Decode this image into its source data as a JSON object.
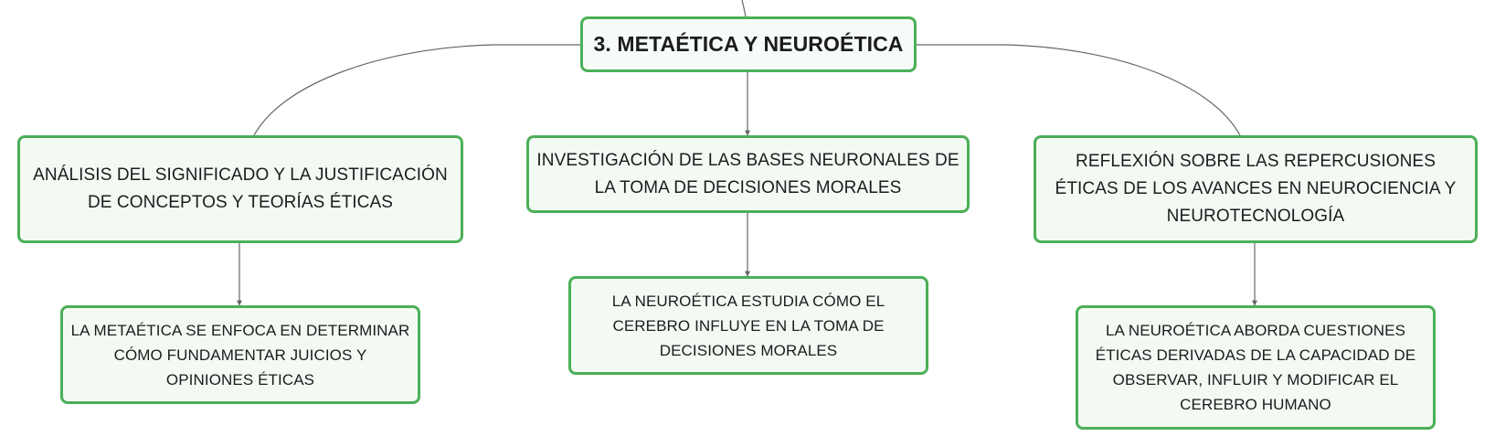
{
  "diagram": {
    "root": {
      "label": "3. METAÉTICA Y NEUROÉTICA"
    },
    "branches": [
      {
        "label": "ANÁLISIS DEL SIGNIFICADO Y LA JUSTIFICACIÓN DE CONCEPTOS Y TEORÍAS ÉTICAS",
        "child": "LA METAÉTICA SE ENFOCA EN DETERMINAR CÓMO FUNDAMENTAR JUICIOS Y OPINIONES ÉTICAS"
      },
      {
        "label": "INVESTIGACIÓN DE LAS BASES NEURONALES DE LA TOMA DE DECISIONES MORALES",
        "child": "LA NEUROÉTICA ESTUDIA CÓMO EL CEREBRO INFLUYE EN LA TOMA DE DECISIONES MORALES"
      },
      {
        "label": "REFLEXIÓN SOBRE LAS REPERCUSIONES ÉTICAS DE LOS AVANCES EN NEUROCIENCIA Y NEUROTECNOLOGÍA",
        "child": "LA NEUROÉTICA ABORDA CUESTIONES ÉTICAS DERIVADAS DE LA CAPACIDAD DE OBSERVAR, INFLUIR Y MODIFICAR EL CEREBRO HUMANO"
      }
    ],
    "colors": {
      "node_border": "#4caf57",
      "node_fill": "#f3faf4",
      "connector": "#666666",
      "text": "#1c1c1c"
    }
  }
}
